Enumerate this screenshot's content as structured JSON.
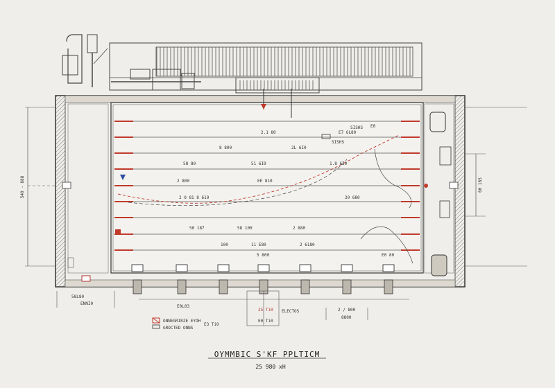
{
  "title": "OYMMBIC S'KF PPLTICM",
  "scale": "25 980 xH",
  "dims": {
    "left_vertical": "540 - 888",
    "right_vertical": "60 165",
    "bottom_left": "58L80",
    "bottom_left_sub": "ENNI0",
    "bottom_center_1": "E0L03",
    "bottom_mid_1": "25 Ti0",
    "bottom_mid_2": "E0 Ti0",
    "bottom_mid_3": "ELECTOS",
    "bottom_right_1": "2 / 800",
    "bottom_right_2": "8800"
  },
  "legend": [
    {
      "label": "ONNEGRIRZE EYOH",
      "color": "#c0392b"
    },
    {
      "label": "GROCTED ONNS",
      "color": "#555555"
    }
  ],
  "legend_extra": "E3 Ti0",
  "labels": {
    "r1a": "2.1 80",
    "r1b": "E7 6L80",
    "r1c": "SISHS",
    "r1d": "E0",
    "r2a": "8 800",
    "r2b": "2L 6I0",
    "r2c": "SISHS",
    "r3a": "58 80",
    "r3b": "51 6I0",
    "r3c": "1.8 6I0",
    "r4a": "2 800",
    "r4b": "EE 810",
    "r5a": "2 0 81 8 610",
    "r5b": "20 680",
    "r6a": "50 187",
    "r6b": "58 100",
    "r6c": "2 880",
    "r7a": "100",
    "r7b": "11 E80",
    "r7c": "2 6180",
    "r8a": "5 800",
    "r8b": "E0 80"
  }
}
